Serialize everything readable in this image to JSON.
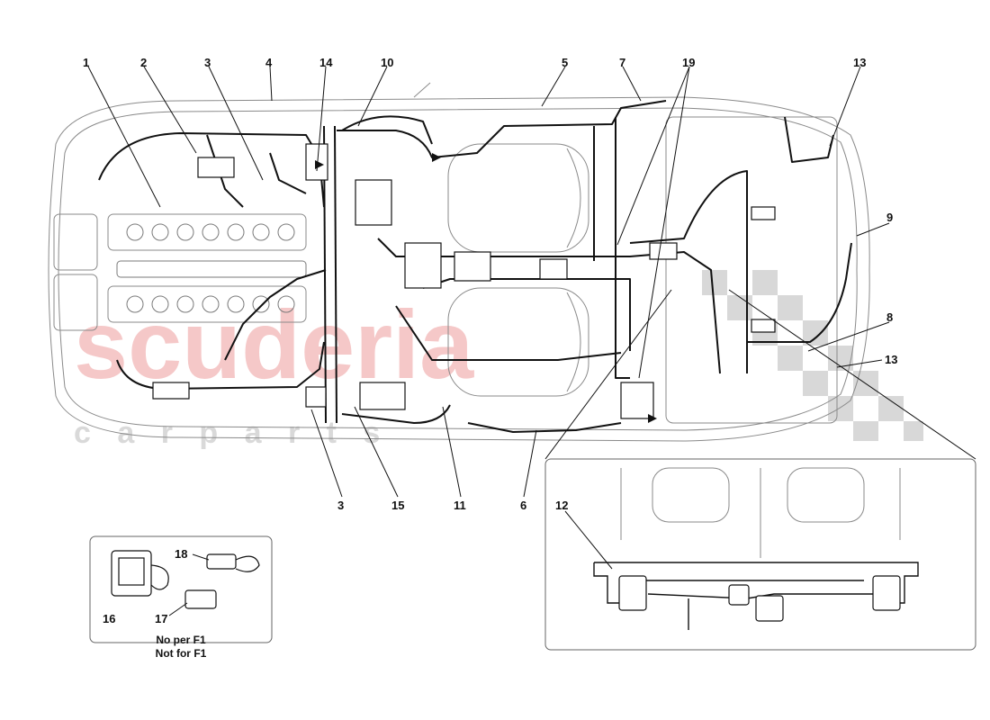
{
  "watermark": {
    "brand": "scuderia",
    "sub": "c a r   p a r t s"
  },
  "callouts": [
    {
      "id": "c1",
      "label": "1"
    },
    {
      "id": "c2",
      "label": "2"
    },
    {
      "id": "c3a",
      "label": "3"
    },
    {
      "id": "c4",
      "label": "4"
    },
    {
      "id": "c14",
      "label": "14"
    },
    {
      "id": "c10",
      "label": "10"
    },
    {
      "id": "c5",
      "label": "5"
    },
    {
      "id": "c7",
      "label": "7"
    },
    {
      "id": "c19",
      "label": "19"
    },
    {
      "id": "c13a",
      "label": "13"
    },
    {
      "id": "c9",
      "label": "9"
    },
    {
      "id": "c8",
      "label": "8"
    },
    {
      "id": "c13b",
      "label": "13"
    },
    {
      "id": "c3b",
      "label": "3"
    },
    {
      "id": "c15",
      "label": "15"
    },
    {
      "id": "c11",
      "label": "11"
    },
    {
      "id": "c6",
      "label": "6"
    },
    {
      "id": "c12",
      "label": "12"
    },
    {
      "id": "c18",
      "label": "18"
    },
    {
      "id": "c16",
      "label": "16"
    },
    {
      "id": "c17",
      "label": "17"
    }
  ],
  "inset_caption": {
    "line1": "No per F1",
    "line2": "Not for F1"
  }
}
